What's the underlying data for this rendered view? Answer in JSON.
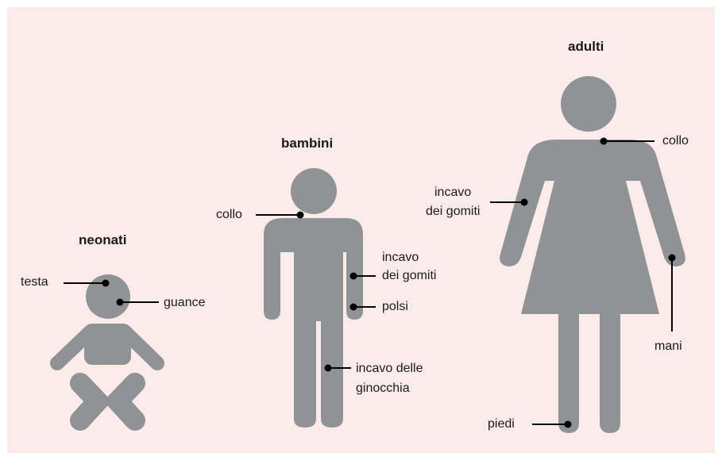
{
  "colors": {
    "background": "#fbecea",
    "figure": "#8f9396",
    "marker": "#000000"
  },
  "groups": {
    "newborns": {
      "title": "neonati",
      "labels": [
        "testa",
        "guance"
      ]
    },
    "children": {
      "title": "bambini",
      "labels": [
        "collo",
        "incavo",
        "dei gomiti",
        "polsi",
        "incavo delle",
        "ginocchia"
      ]
    },
    "adults": {
      "title": "adulti",
      "labels": [
        "collo",
        "incavo",
        "dei gomiti",
        "mani",
        "piedi"
      ]
    }
  }
}
